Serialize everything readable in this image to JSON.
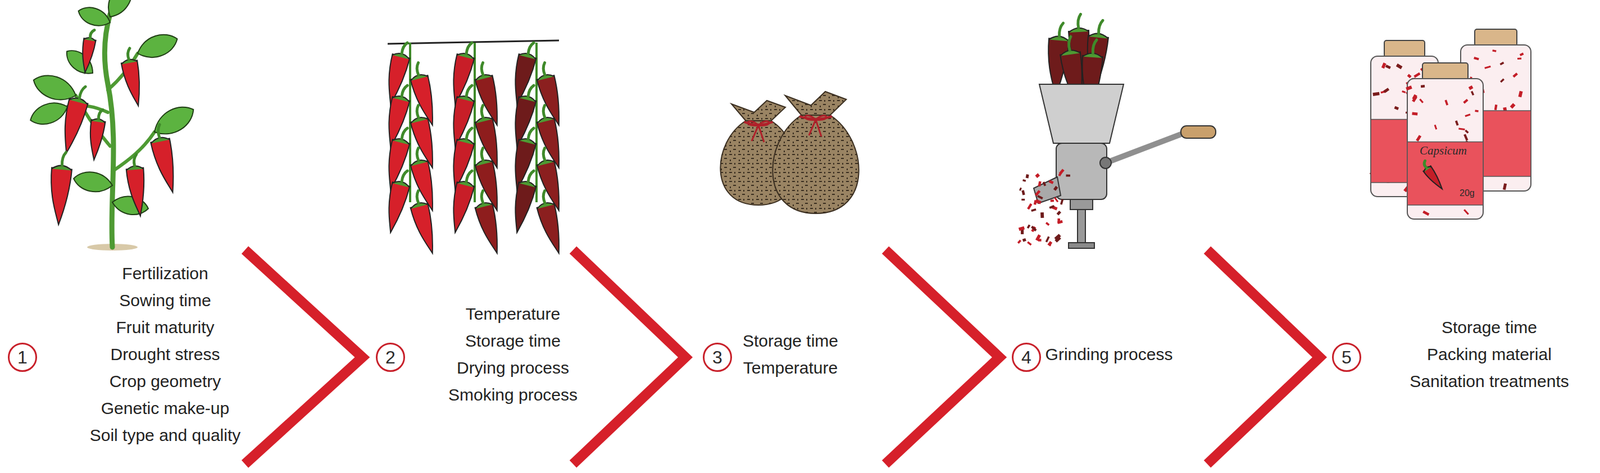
{
  "diagram": {
    "nodes": [
      {
        "text": [
          "1",
          "Fertilization",
          "Sowing time",
          "Fruit maturity",
          "Drought stress",
          "Crop geometry",
          "Genetic make-up",
          "Soil type and quality"
        ]
      },
      {
        "text": [
          "2",
          "Temperature",
          "Storage time",
          "Drying process",
          "Smoking process"
        ]
      },
      {
        "text": [
          "3",
          "Storage time",
          "Temperature"
        ]
      },
      {
        "text": [
          "4",
          "Grinding process"
        ]
      },
      {
        "text": [
          "5",
          "Storage time",
          "Packing material",
          "Sanitation treatments"
        ]
      }
    ],
    "edges": [
      {
        "from": 0,
        "to": 1,
        "arrow": "to"
      },
      {
        "from": 1,
        "to": 2,
        "arrow": "to"
      },
      {
        "from": 2,
        "to": 3,
        "arrow": "to"
      },
      {
        "from": 3,
        "to": 4,
        "arrow": "to"
      }
    ],
    "labels": [
      "Capsicum",
      "20g"
    ]
  }
}
